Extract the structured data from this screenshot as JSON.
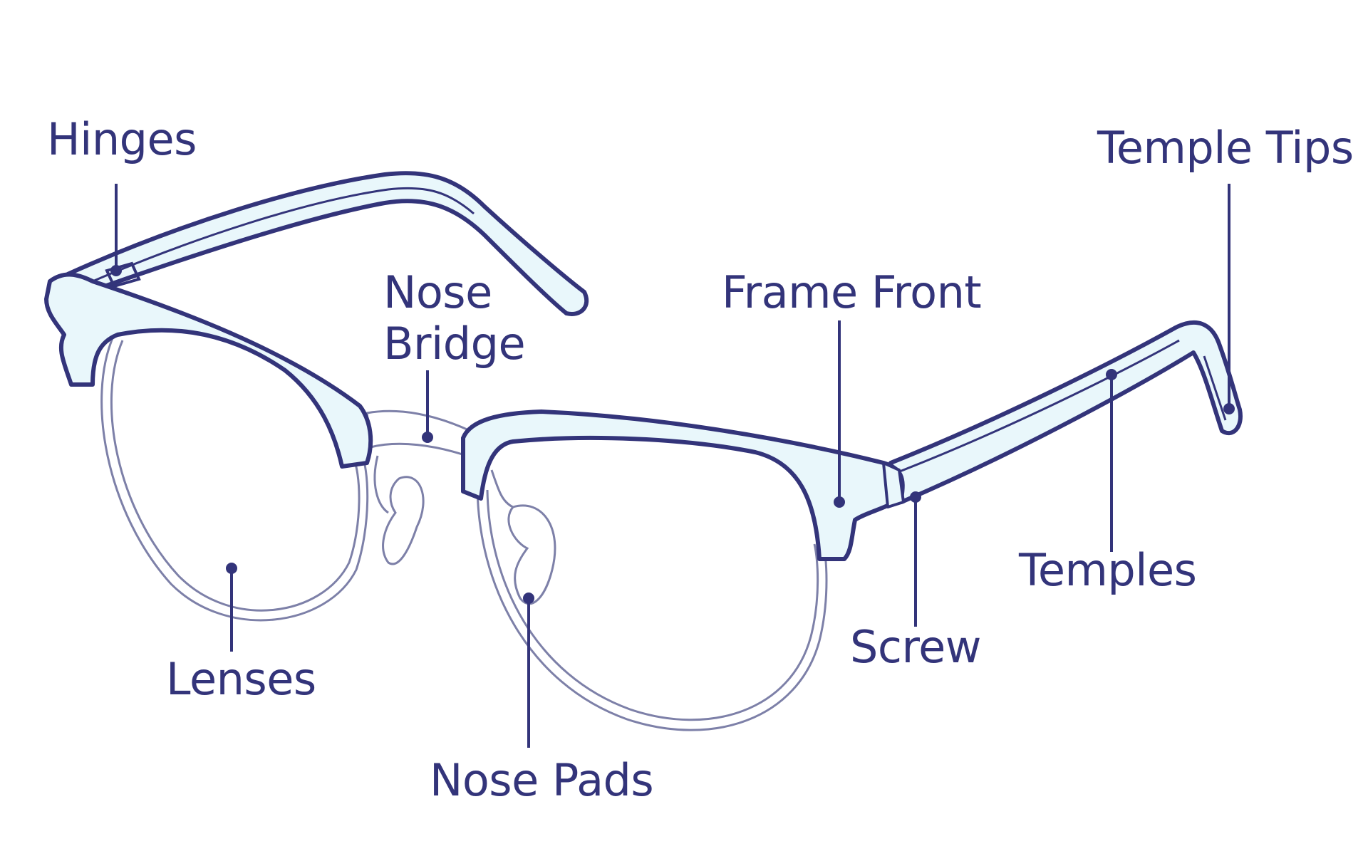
{
  "diagram": {
    "colors": {
      "ink": "#33347a",
      "frame_fill": "#e9f7fb",
      "lens_line": "#7d80a8",
      "background": "#ffffff"
    },
    "labels": {
      "hinges": "Hinges",
      "nose_bridge_line1": "Nose",
      "nose_bridge_line2": "Bridge",
      "frame_front": "Frame Front",
      "temple_tips": "Temple Tips",
      "temples": "Temples",
      "screw": "Screw",
      "lenses": "Lenses",
      "nose_pads": "Nose Pads"
    }
  }
}
